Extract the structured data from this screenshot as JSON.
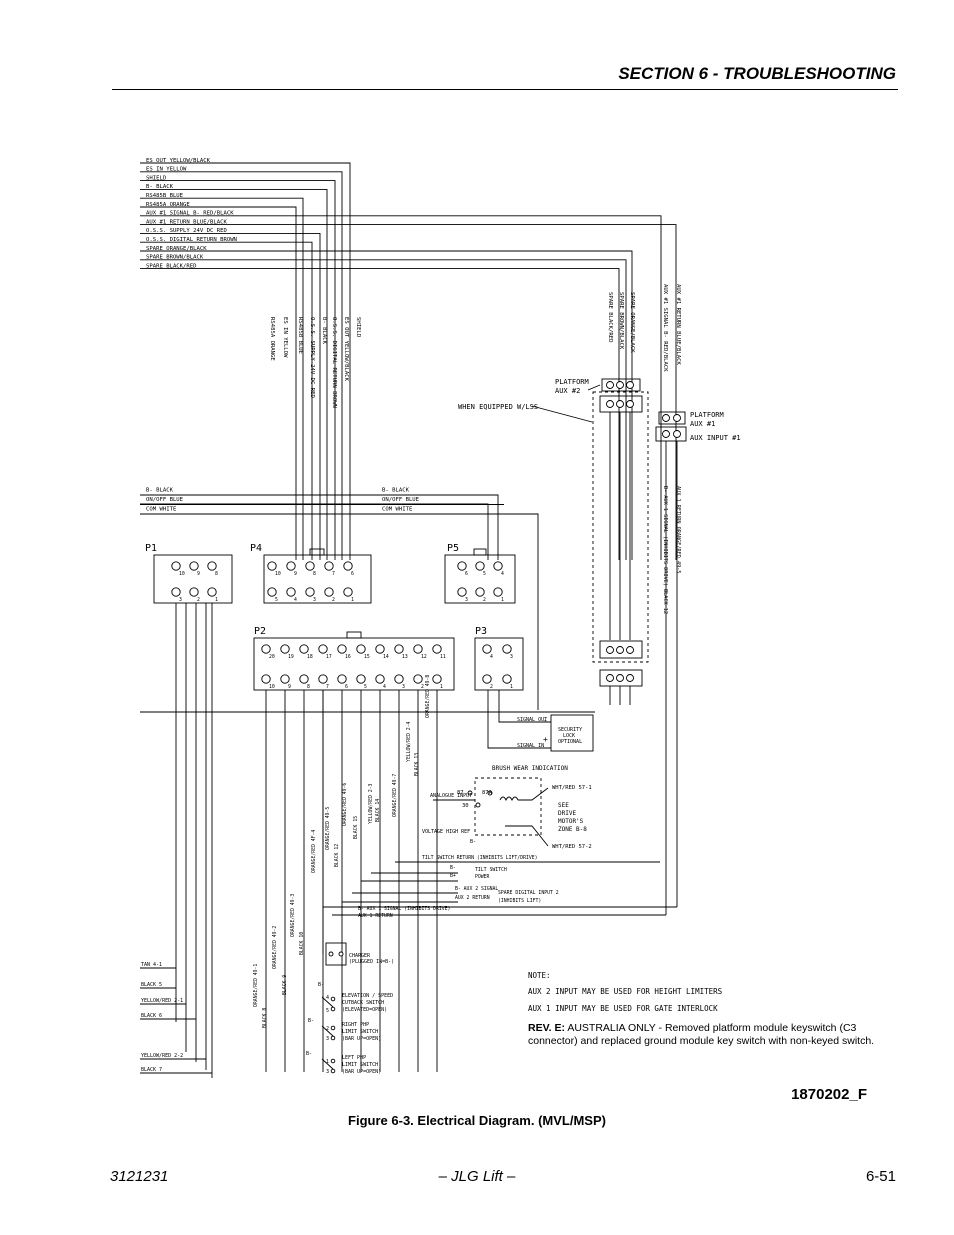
{
  "header": {
    "section_title": "SECTION 6 - TROUBLESHOOTING"
  },
  "diagram": {
    "top_wires": [
      "ES OUT YELLOW/BLACK",
      "ES IN YELLOW",
      "SHIELD",
      "B- BLACK",
      "RS485B BLUE",
      "RS485A ORANGE",
      "AUX #1 SIGNAL B- RED/BLACK",
      "AUX #1 RETURN BLUE/BLACK",
      "O.S.S. SUPPLY 24V DC RED",
      "O.S.S. DIGITAL RETURN BROWN",
      "SPARE ORANGE/BLACK",
      "SPARE BROWN/BLACK",
      "SPARE BLACK/RED"
    ],
    "p4_vertical_labels": [
      "RS485A ORANGE",
      "ES IN YELLOW",
      "RS485B BLUE",
      "O.S.S. SUPPLY 24V DC RED",
      "B- BLACK",
      "O.S.S. DIGITAL RETURN BROWN",
      "ES OUT YELLOW/BLACK",
      "SHIELD"
    ],
    "aux2_vertical_labels": [
      "SPARE BLACK/RED",
      "SPARE BROWN/BLACK",
      "SPARE ORANGE/BLACK"
    ],
    "aux1_vertical_labels": [
      "AUX #1 SIGNAL B- RED/BLACK",
      "AUX #1 RETURN BLUE/BLACK"
    ],
    "aux1_lower_labels": [
      "B- AUX 1 SIGNAL (INHIBITS DRIVE) BLACK 12",
      "AUX 1 RETURN ORANGE/RED 49-5"
    ],
    "platform_aux2": {
      "line1": "PLATFORM",
      "line2": "AUX #2"
    },
    "when_equipped": "WHEN EQUIPPED W/LSS",
    "platform_aux1": {
      "line1": "PLATFORM",
      "line2": "AUX #1",
      "line3": "AUX INPUT #1"
    },
    "left_bus": [
      "B- BLACK",
      "ON/OFF BLUE",
      "COM WHITE"
    ],
    "right_bus": [
      "B- BLACK",
      "ON/OFF BLUE",
      "COM WHITE"
    ],
    "connectors": {
      "p1": {
        "name": "P1",
        "top_pins": [
          "10",
          "9",
          "8"
        ],
        "bottom_pins": [
          "3",
          "2",
          "1"
        ]
      },
      "p4": {
        "name": "P4",
        "top_pins": [
          "10",
          "9",
          "8",
          "7",
          "6"
        ],
        "bottom_pins": [
          "5",
          "4",
          "3",
          "2",
          "1"
        ]
      },
      "p5": {
        "name": "P5",
        "top_pins": [
          "6",
          "5",
          "4"
        ],
        "bottom_pins": [
          "3",
          "2",
          "1"
        ]
      },
      "p2": {
        "name": "P2",
        "top_pins": [
          "20",
          "19",
          "18",
          "17",
          "16",
          "15",
          "14",
          "13",
          "12",
          "11"
        ],
        "bottom_pins": [
          "10",
          "9",
          "8",
          "7",
          "6",
          "5",
          "4",
          "3",
          "2",
          "1"
        ]
      },
      "p3": {
        "name": "P3",
        "top_pins": [
          "4",
          "3"
        ],
        "bottom_pins": [
          "2",
          "1"
        ]
      }
    },
    "security_lock": {
      "line1": "SECURITY",
      "line2": "LOCK",
      "line3": "OPTIONAL",
      "signal_out": "SIGNAL OUT",
      "signal_in": "SIGNAL IN",
      "plus": "+",
      "minus": "-"
    },
    "brush_wear": {
      "analogue_input": "ANALOGUE INPUT",
      "title": "BRUSH WEAR INDICATION",
      "pin87": "87",
      "pin87a": "87A",
      "pin30": "30",
      "wht_red_1": "WHT/RED 57-1",
      "wht_red_2": "WHT/RED 57-2",
      "see": "SEE",
      "drive": "DRIVE",
      "motors": "MOTOR'S",
      "zone": "ZONE B-8",
      "voltage_high_ref": "VOLTAGE HIGH REF",
      "b_minus": "B-"
    },
    "p2_vertical_labels": [
      "ORANGE/RED 49-8",
      "YELLOW/RED 2-4",
      "BLACK 13",
      "YELLOW/RED 2-3",
      "BLACK 14",
      "ORANGE/RED 49-7",
      "ORANGE/RED 49-6",
      "BLACK 15",
      "ORANGE/RED 49-5",
      "BLACK 12",
      "ORANGE/RED 4F-4",
      "ORANGE/RED 49-3",
      "BLACK 10",
      "ORANGE/RED 49-2",
      "BLACK 9",
      "ORANGE/RED 49-1",
      "BLACK 8"
    ],
    "returns": [
      "TILT SWITCH RETURN (INHIBITS LIFT/DRIVE)",
      "B-",
      "B+",
      "TILT SWITCH",
      "POWER",
      "B- AUX 2 SIGNAL",
      "AUX 2 RETURN",
      "SPARE DIGITAL INPUT 2",
      "(INHIBITS LIFT)",
      "B- AUX 1 SIGNAL (INHIBITS DRIVE)",
      "AUX 1 RETURN"
    ],
    "charger": {
      "line1": "CHARGER",
      "line2": "(PLUGGED IN=B-)"
    },
    "p1_wires": [
      "TAN 4-1",
      "BLACK 5",
      "YELLOW/RED 2-1",
      "BLACK 6",
      "YELLOW/RED 2-2",
      "BLACK 7"
    ],
    "switches": [
      {
        "line1": "ELEVATION / SPEED",
        "line2": "CUTBACK SWITCH",
        "line3": "(ELEVATED=OPEN)"
      },
      {
        "line1": "RIGHT PHP",
        "line2": "LIMIT SWITCH",
        "line3": "(BAR UP=OPEN)"
      },
      {
        "line1": "LEFT PHP",
        "line2": "LIMIT SWITCH",
        "line3": "(BAR UP=OPEN)"
      }
    ],
    "switch_pins": [
      "B-",
      "4",
      "5",
      "B-",
      "2",
      "3",
      "B-",
      "1",
      "3"
    ],
    "note": {
      "title": "NOTE:",
      "line1": "AUX 2 INPUT MAY BE USED FOR HEIGHT LIMITERS",
      "line2": "AUX 1 INPUT MAY BE USED FOR GATE INTERLOCK"
    }
  },
  "rev_note": {
    "label": "REV. E:",
    "text": "AUSTRALIA ONLY - Removed platform module keyswitch (C3 connector) and replaced ground module key switch with non-keyed switch."
  },
  "drawing_number": "1870202_F",
  "caption": "Figure 6-3. Electrical Diagram. (MVL/MSP)",
  "footer": {
    "left": "3121231",
    "center": "– JLG Lift –",
    "right": "6-51"
  }
}
